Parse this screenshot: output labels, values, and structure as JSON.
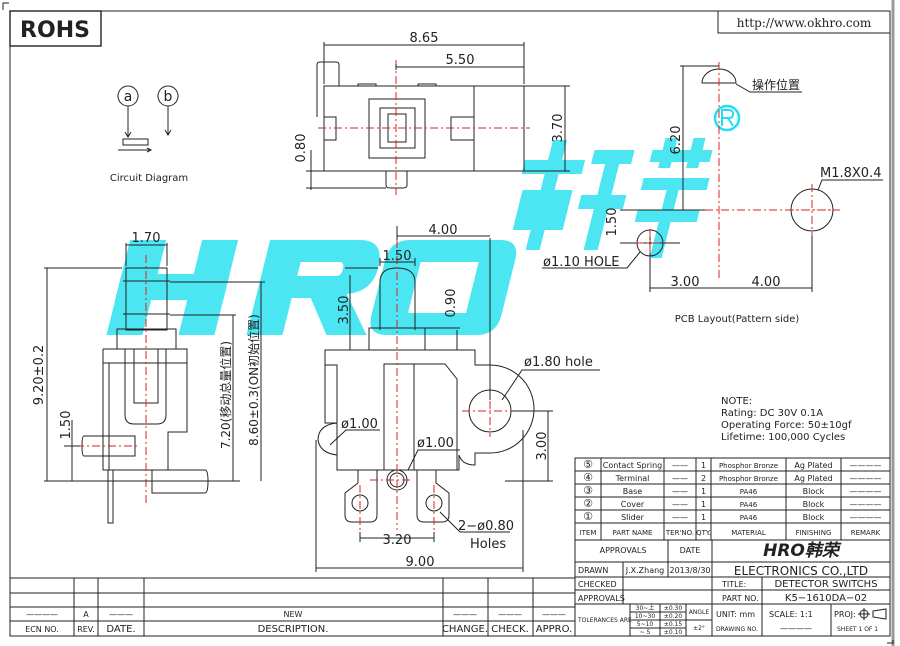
{
  "rohs": "ROHS",
  "url": "http://www.okhro.com",
  "watermark": {
    "text": "HRO韩荣",
    "registered": "®",
    "color": "#1fe0f0"
  },
  "circuit": {
    "a": "a",
    "b": "b",
    "caption": "Circuit Diagram"
  },
  "top_view": {
    "d1": "8.65",
    "d2": "5.50",
    "d3": "3.70",
    "d4": "0.80"
  },
  "side_view": {
    "d1": "1.70",
    "d2": "9.20±0.2",
    "d3": "1.50",
    "d4": "7.20(移动总量位置)",
    "d5": "8.60±0.3(ON初始位置)"
  },
  "front_view": {
    "d1": "4.00",
    "d2": "1.50",
    "d3": "3.50",
    "d4": "0.90",
    "hole": "ø1.80  hole",
    "d5": "ø1.00",
    "d6": "ø1.00",
    "d7": "3.00",
    "holes1": "2−ø0.80",
    "holes2": "Holes",
    "d8": "3.20",
    "d9": "9.00"
  },
  "pcb": {
    "op": "操作位置",
    "d1": "6.20",
    "d2": "1.50",
    "hole": "ø1.10  HOLE",
    "m": "M1.8X0.4",
    "d3": "3.00",
    "d4": "4.00",
    "caption": "PCB Layout(Pattern side)"
  },
  "note": {
    "title": "NOTE:",
    "rating": "Rating: DC  30V  0.1A",
    "force": "Operating  Force:  50±10gf",
    "life": "Lifetime:  100,000  Cycles"
  },
  "bom": {
    "headers": [
      "ITEM",
      "PART NAME",
      "TER'NO.",
      "QTY.",
      "MATERIAL",
      "FINISHING",
      "REMARK"
    ],
    "rows": [
      {
        "item": "⑤",
        "name": "Contact Spring",
        "ter": "——",
        "qty": "1",
        "material": "Phosphor Bronze",
        "finish": "Ag Plated",
        "remark": "————"
      },
      {
        "item": "④",
        "name": "Terminal",
        "ter": "——",
        "qty": "2",
        "material": "Phosphor Bronze",
        "finish": "Ag Plated",
        "remark": "————"
      },
      {
        "item": "③",
        "name": "Base",
        "ter": "——",
        "qty": "1",
        "material": "PA46",
        "finish": "Block",
        "remark": "————"
      },
      {
        "item": "②",
        "name": "Cover",
        "ter": "——",
        "qty": "1",
        "material": "PA46",
        "finish": "Block",
        "remark": "————"
      },
      {
        "item": "①",
        "name": "Slider",
        "ter": "——",
        "qty": "1",
        "material": "PA46",
        "finish": "Block",
        "remark": "————"
      }
    ]
  },
  "title_block": {
    "approvals": "APPROVALS",
    "date": "DATE",
    "drawn": "DRAWN",
    "drawn_by": "J.X.Zhang",
    "drawn_date": "2013/8/30",
    "checked": "CHECKED",
    "approvals2": "APPROVALS",
    "logo": "HRO韩荣",
    "company": "ELECTRONICS  CO.,LTD",
    "title_label": "TITLE:",
    "title": "DETECTOR  SWITCHS",
    "part_label": "PART  NO.",
    "part": "K5−1610DA−02",
    "tol_label": "TOLERANCES  ARE",
    "tol": [
      {
        "range": "30~上",
        "val": "±0.30"
      },
      {
        "range": "10~30",
        "val": "±0.20"
      },
      {
        "range": "5~10",
        "val": "±0.15"
      },
      {
        "range": "~ 5",
        "val": "±0.10"
      }
    ],
    "angle": "ANGLE",
    "angle_val": "±2°",
    "unit": "UNIT:  mm",
    "scale": "SCALE:   1:1",
    "proj": "PROJ:",
    "drawing_no": "DRAWING  NO.",
    "drawing_no_val": "————",
    "sheet": "SHEET   1  OF  1"
  },
  "revision": {
    "row": {
      "ecn": "————",
      "rev": "A",
      "date": "———",
      "desc": "NEW",
      "change": "———",
      "check": "———",
      "appro": "———"
    },
    "headers": {
      "ecn": "ECN  NO.",
      "rev": "REV.",
      "date": "DATE.",
      "desc": "DESCRIPTION.",
      "change": "CHANGE.",
      "check": "CHECK.",
      "appro": "APPRO."
    }
  }
}
